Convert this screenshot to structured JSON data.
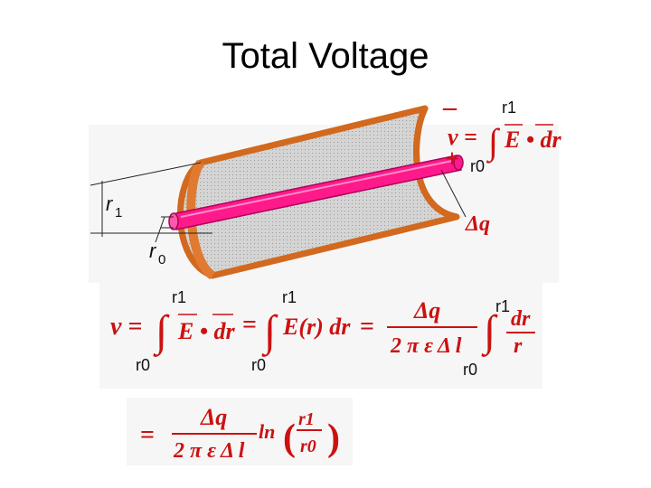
{
  "title": "Total Voltage",
  "colors": {
    "conductor": "#ff1a8c",
    "shell_edge": "#d2691e",
    "shell_fill": "#c8c8c8",
    "equation": "#cc1111",
    "limits": "#111111"
  },
  "diagram": {
    "label_r1": "r",
    "label_r1_sub": "1",
    "label_r0": "r",
    "label_r0_sub": "0",
    "label_minus": "–",
    "label_plus": "+",
    "label_charge": "Δq"
  },
  "top_equation": {
    "v": "v =",
    "integrand": "E • dr",
    "upper_limit": "r1",
    "lower_limit": "r0"
  },
  "main_equation": {
    "v": "v =",
    "part1": "E • dr",
    "eq1": "=",
    "part2": "E(r) dr",
    "eq2": "=",
    "numerator": "Δq",
    "denominator": "2 π ε Δ l",
    "inner_numerator": "dr",
    "inner_denominator": "r",
    "upper_limit": "r1",
    "lower_limit": "r0"
  },
  "result_equation": {
    "eq": "=",
    "numerator": "Δq",
    "denominator": "2 π ε Δ l",
    "ln": "ln",
    "arg_numerator": "r1",
    "arg_denominator": "r0"
  }
}
